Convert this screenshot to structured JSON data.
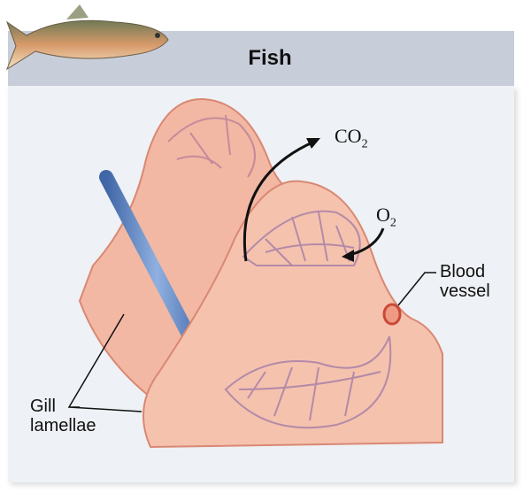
{
  "header": {
    "title": "Fish"
  },
  "labels": {
    "co2": "CO",
    "co2_sub": "2",
    "o2": "O",
    "o2_sub": "2",
    "blood_vessel_line1": "Blood",
    "blood_vessel_line2": "vessel",
    "gill_line1": "Gill",
    "gill_line2": "lamellae"
  },
  "colors": {
    "header": "#c7ced9",
    "tissue": "#f2b8a4",
    "vein": "#5d86c2",
    "artery": "#d9634f"
  }
}
